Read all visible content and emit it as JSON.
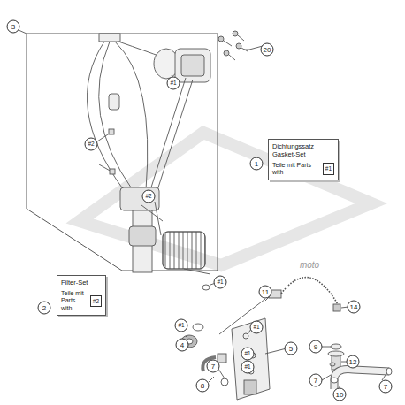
{
  "diagram": {
    "nodes": [
      {
        "text": [
          "Dichtungssatz Gasket-Set",
          "Teile mit Parts with"
        ]
      },
      {
        "text": [
          "#1"
        ],
        "in": 0
      },
      {
        "text": [
          "Filter-Set",
          "Teile mit Parts with"
        ]
      },
      {
        "text": [
          "#2"
        ],
        "in": 2
      }
    ],
    "labels": [
      "3",
      "20",
      "#1",
      "#2",
      "#2",
      "1",
      "2",
      "#1",
      "11",
      "#1",
      "#1",
      "4",
      "#1",
      "5",
      "14",
      "9",
      "12",
      "#1",
      "7",
      "7",
      "7",
      "8",
      "10",
      "moto"
    ]
  }
}
